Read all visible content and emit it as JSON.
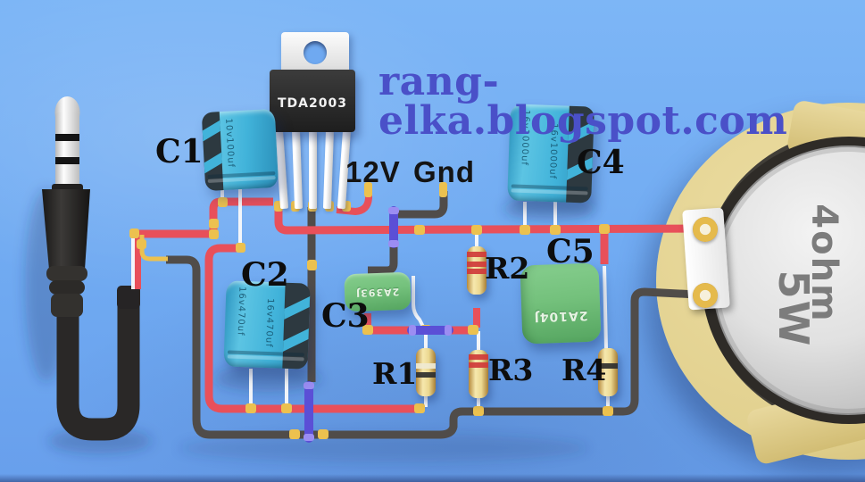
{
  "watermark": {
    "text": "rang-elka.blogspot.com"
  },
  "ic": {
    "part_number": "TDA2003"
  },
  "power": {
    "supply_label": "12V",
    "ground_label": "Gnd"
  },
  "capacitors": {
    "c1": {
      "label": "C1",
      "marking": "10v100uf"
    },
    "c2": {
      "label": "C2",
      "marking": "16v470uf"
    },
    "c3": {
      "label": "C3",
      "marking": "2A393J"
    },
    "c4": {
      "label": "C4",
      "marking": "16v1000uf"
    },
    "c5": {
      "label": "C5",
      "marking": "2A104J"
    }
  },
  "resistors": {
    "r1": {
      "label": "R1"
    },
    "r2": {
      "label": "R2"
    },
    "r3": {
      "label": "R3"
    },
    "r4": {
      "label": "R4"
    }
  },
  "speaker": {
    "impedance": "4ohm",
    "power_rating": "5W"
  },
  "colors": {
    "background": "#6fa9f1",
    "wire_red": "#e8505a",
    "wire_gray": "#504c49",
    "cable_black": "#2a2827",
    "wire_purple": "#5b4fd6",
    "wire_purple_light": "#9b8df2",
    "solder_yellow": "#ecc14f",
    "lead_white": "#fafafa",
    "cap_cyan": "#41b3da",
    "cap_stripe": "#2d3940",
    "cap_green": "#74c17c",
    "band_red": "#cf3a3a",
    "band_black": "#2e2e2e",
    "band_white": "#efe9d2",
    "speaker_tan": "#e2d18f",
    "speaker_basket": "#413e38",
    "speaker_dome_text": "#7c7c7c",
    "label_black": "#0d0d0d",
    "watermark_blue": "#4a50c8"
  }
}
